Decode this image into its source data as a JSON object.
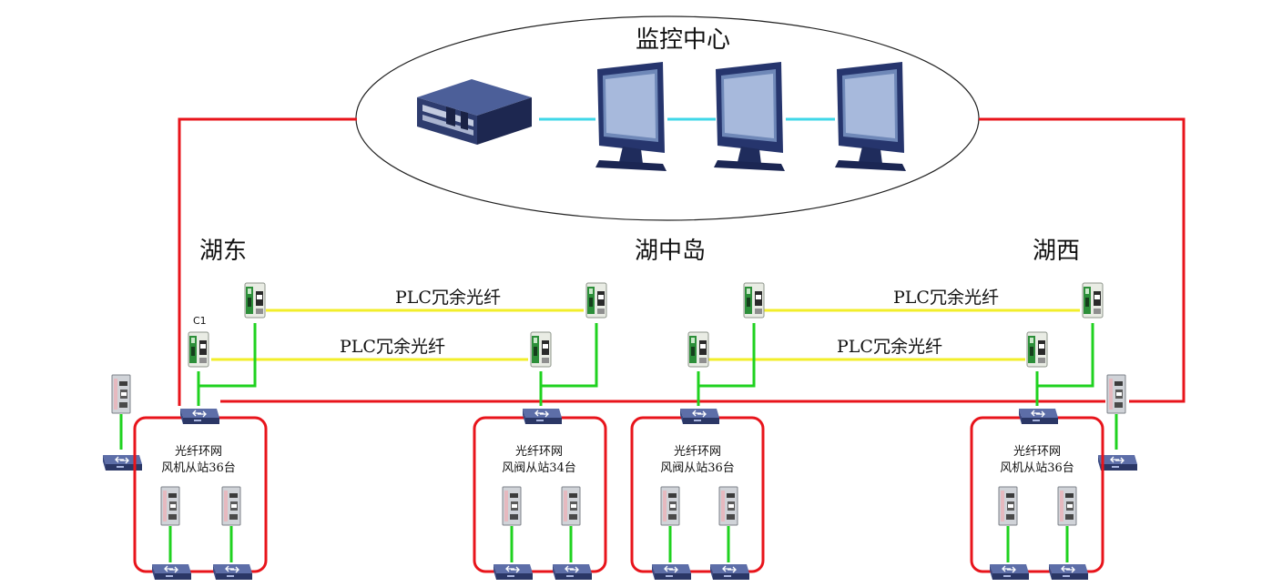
{
  "center": {
    "title": "监控中心"
  },
  "sites": {
    "east": "湖东",
    "middle": "湖中岛",
    "west": "湖西"
  },
  "fiber_links": {
    "top_left": "PLC冗余光纤",
    "bottom_left": "PLC冗余光纤",
    "top_right": "PLC冗余光纤",
    "bottom_right": "PLC冗余光纤"
  },
  "node_label": {
    "c1": "C1"
  },
  "rings": [
    {
      "line1": "光纤环网",
      "line2": "风机从站36台"
    },
    {
      "line1": "光纤环网",
      "line2": "风阀从站34台"
    },
    {
      "line1": "光纤环网",
      "line2": "风阀从站36台"
    },
    {
      "line1": "光纤环网",
      "line2": "风机从站36台"
    }
  ],
  "colors": {
    "ring": "#e8141b",
    "fiber": "#f2ee2a",
    "ethernet": "#1fd21f",
    "monitor_link": "#3fd7e8",
    "switch": "#3c4f8a",
    "device": "#9aa0a6"
  }
}
